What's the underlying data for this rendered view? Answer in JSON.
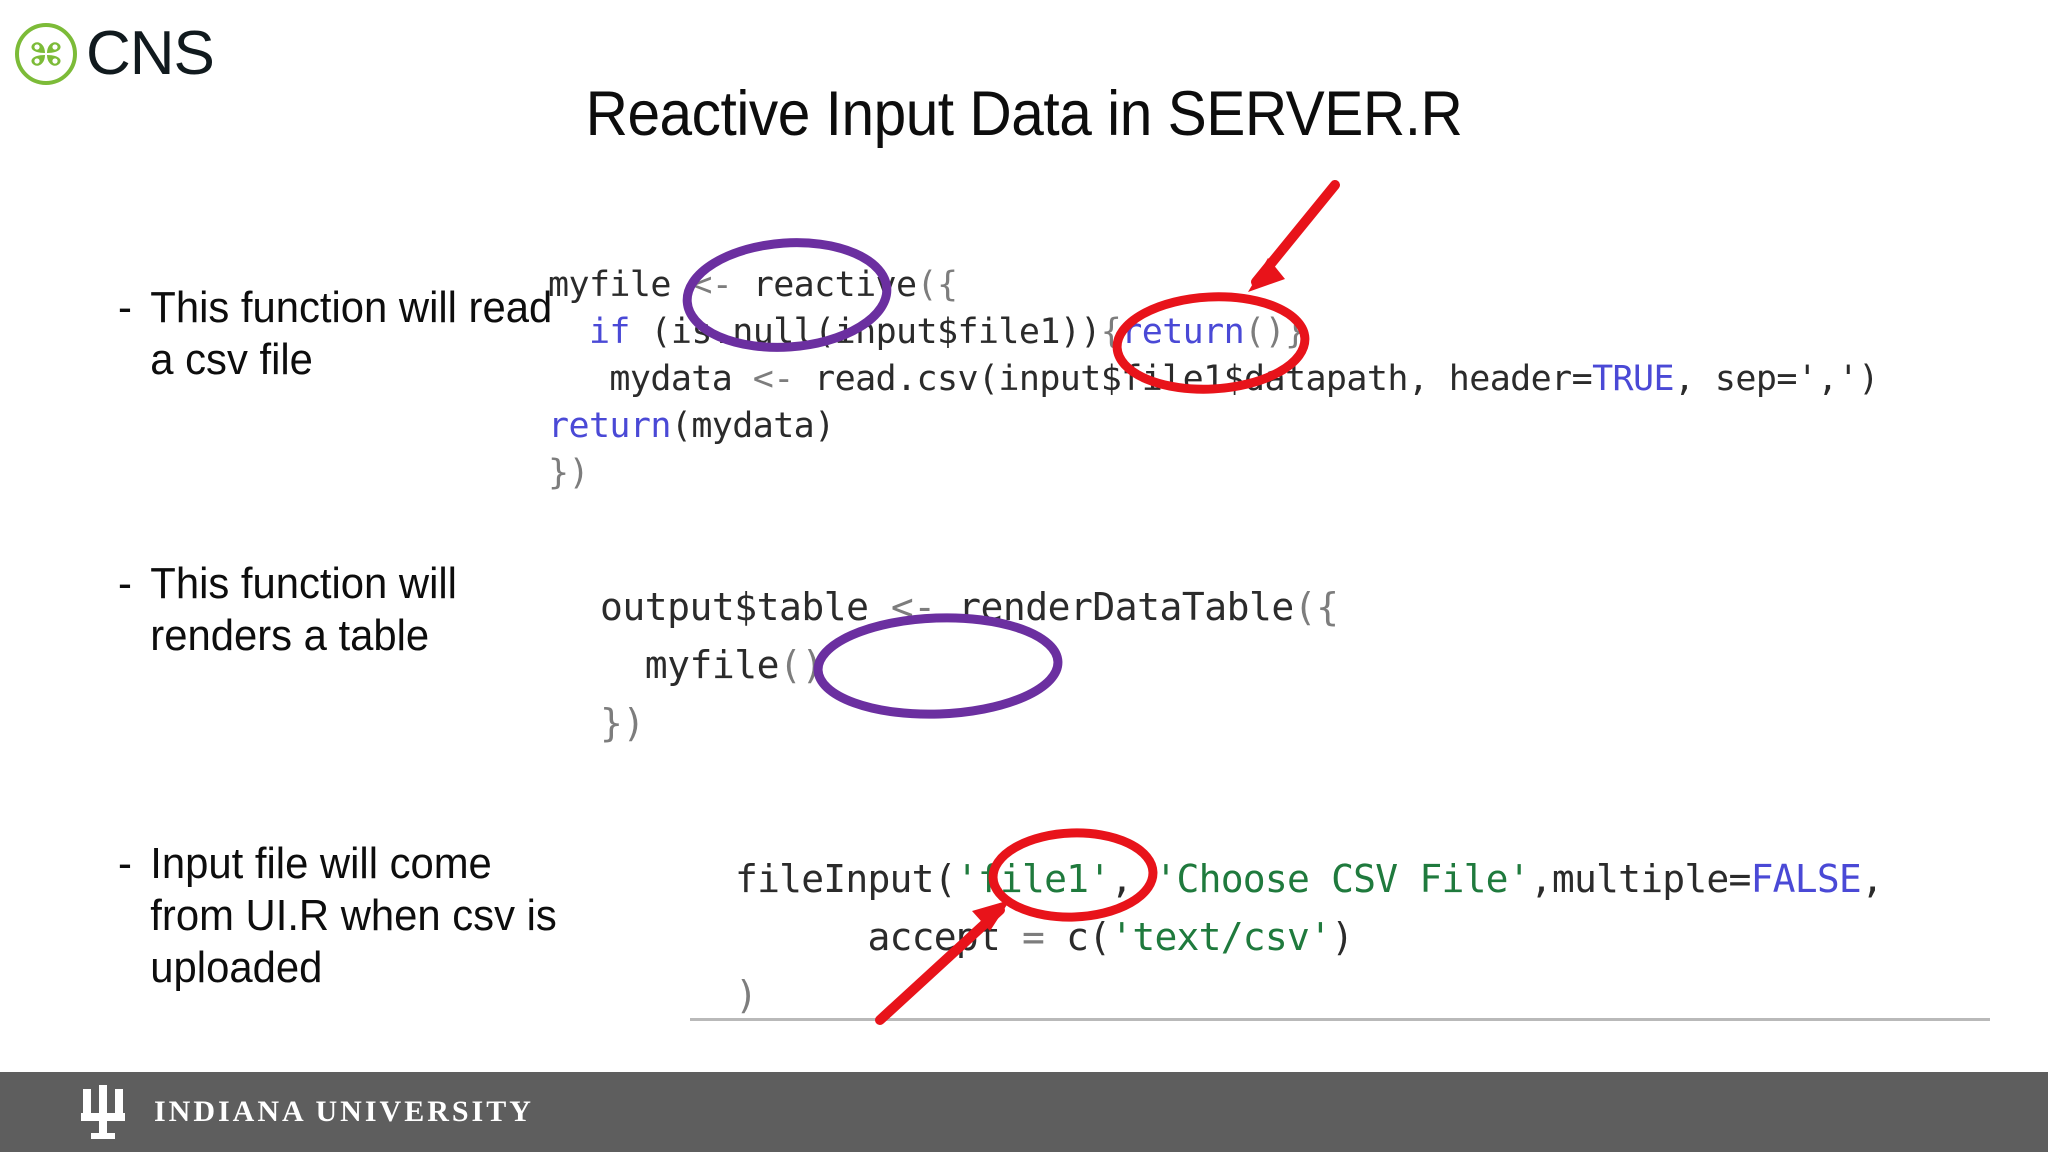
{
  "slide": {
    "title": "Reactive Input Data in SERVER.R",
    "background_color": "#ffffff"
  },
  "logo": {
    "name": "CNS",
    "text": "CNS",
    "mark_color": "#7cbb38",
    "text_color": "#111a1e"
  },
  "bullets": [
    {
      "marker": "-",
      "text": "This function will read\na csv file"
    },
    {
      "marker": "-",
      "text": "This function  will\n renders  a table"
    },
    {
      "marker": "-",
      "text": " Input file will come\nfrom UI.R when csv is\nuploaded"
    }
  ],
  "code_blocks": [
    {
      "id": "server-reactive",
      "lines": [
        {
          "segments": [
            {
              "text": "myfile ",
              "style": "plain"
            },
            {
              "text": "<- ",
              "style": "gray"
            },
            {
              "text": "reactive",
              "style": "plain"
            },
            {
              "text": "({",
              "style": "gray"
            }
          ]
        },
        {
          "segments": [
            {
              "text": "  ",
              "style": "plain"
            },
            {
              "text": "if",
              "style": "keyword"
            },
            {
              "text": " (is.null(input$file1))",
              "style": "plain"
            },
            {
              "text": "{",
              "style": "gray"
            },
            {
              "text": "return",
              "style": "keyword"
            },
            {
              "text": "()}",
              "style": "gray"
            }
          ]
        },
        {
          "segments": [
            {
              "text": "   mydata ",
              "style": "plain"
            },
            {
              "text": "<- ",
              "style": "gray"
            },
            {
              "text": "read.csv(input$file1$datapath, header=",
              "style": "plain"
            },
            {
              "text": "TRUE",
              "style": "keyword"
            },
            {
              "text": ", sep=',')",
              "style": "plain"
            }
          ]
        },
        {
          "segments": [
            {
              "text": "return",
              "style": "keyword"
            },
            {
              "text": "(mydata)",
              "style": "plain"
            }
          ]
        },
        {
          "segments": [
            {
              "text": "})",
              "style": "gray"
            }
          ]
        }
      ]
    },
    {
      "id": "server-render",
      "lines": [
        {
          "segments": [
            {
              "text": "output$table ",
              "style": "plain"
            },
            {
              "text": "<- ",
              "style": "gray"
            },
            {
              "text": "renderDataTable",
              "style": "plain"
            },
            {
              "text": "({",
              "style": "gray"
            }
          ]
        },
        {
          "segments": [
            {
              "text": "  myfile",
              "style": "plain"
            },
            {
              "text": "()",
              "style": "gray"
            }
          ]
        },
        {
          "segments": [
            {
              "text": "})",
              "style": "gray"
            }
          ]
        }
      ]
    },
    {
      "id": "ui-fileinput",
      "lines": [
        {
          "segments": [
            {
              "text": "fileInput(",
              "style": "plain"
            },
            {
              "text": "'file1'",
              "style": "string"
            },
            {
              "text": ", ",
              "style": "plain"
            },
            {
              "text": "'Choose CSV File'",
              "style": "string"
            },
            {
              "text": ",multiple=",
              "style": "plain"
            },
            {
              "text": "FALSE",
              "style": "keyword"
            },
            {
              "text": ",",
              "style": "plain"
            }
          ]
        },
        {
          "segments": [
            {
              "text": "      accept ",
              "style": "plain"
            },
            {
              "text": "= ",
              "style": "gray"
            },
            {
              "text": "c(",
              "style": "plain"
            },
            {
              "text": "'text/csv'",
              "style": "string"
            },
            {
              "text": ")",
              "style": "plain"
            }
          ]
        },
        {
          "segments": [
            {
              "text": ")",
              "style": "gray"
            }
          ]
        }
      ]
    }
  ],
  "annotations": {
    "ellipse_color_purple": "#6b2fa0",
    "ellipse_color_red": "#e8131a",
    "arrow_color": "#e8131a",
    "items": [
      {
        "name": "purple-ellipse-myfile-definition",
        "shape": "ellipse",
        "color": "#6b2fa0",
        "targets": "myfile"
      },
      {
        "name": "red-ellipse-input-file1",
        "shape": "ellipse",
        "color": "#e8131a",
        "targets": "input$file1"
      },
      {
        "name": "red-arrow-to-input-file1",
        "shape": "arrow",
        "color": "#e8131a",
        "targets": "input$file1"
      },
      {
        "name": "purple-ellipse-myfile-call",
        "shape": "ellipse",
        "color": "#6b2fa0",
        "targets": "myfile()"
      },
      {
        "name": "red-ellipse-file1-literal",
        "shape": "ellipse",
        "color": "#e8131a",
        "targets": "'file1'"
      },
      {
        "name": "red-arrow-to-file1-literal",
        "shape": "arrow",
        "color": "#e8131a",
        "targets": "'file1'"
      }
    ]
  },
  "footer": {
    "organization": "INDIANA UNIVERSITY",
    "background_color": "#5e5e5e",
    "text_color": "#ffffff"
  }
}
